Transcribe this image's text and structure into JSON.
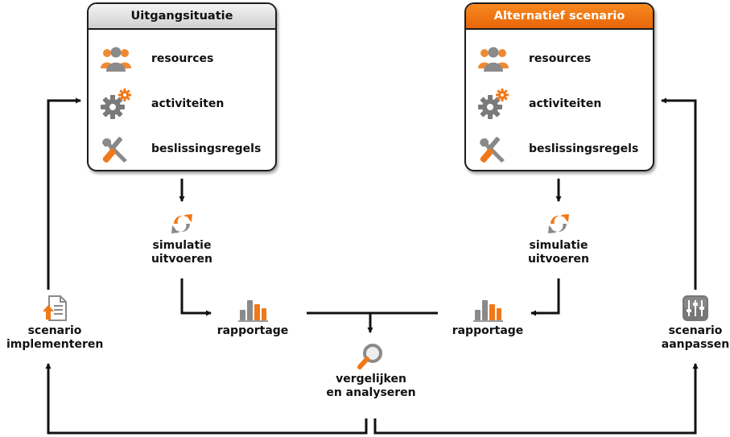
{
  "left_box": {
    "title": "Uitgangsituatie",
    "items": [
      {
        "label": "resources",
        "icon": "people-icon"
      },
      {
        "label": "activiteiten",
        "icon": "gears-icon"
      },
      {
        "label": "beslissingsregels",
        "icon": "tools-icon"
      }
    ]
  },
  "right_box": {
    "title": "Alternatief scenario",
    "items": [
      {
        "label": "resources",
        "icon": "people-icon"
      },
      {
        "label": "activiteiten",
        "icon": "gears-icon"
      },
      {
        "label": "beslissingsregels",
        "icon": "tools-icon"
      }
    ]
  },
  "nodes": {
    "simulation_left": {
      "line1": "simulatie",
      "line2": "uitvoeren",
      "icon": "refresh-icon"
    },
    "simulation_right": {
      "line1": "simulatie",
      "line2": "uitvoeren",
      "icon": "refresh-icon"
    },
    "report_left": {
      "label": "rapportage",
      "icon": "bar-chart-icon"
    },
    "report_right": {
      "label": "rapportage",
      "icon": "bar-chart-icon"
    },
    "compare": {
      "line1": "vergelijken",
      "line2": "en analyseren",
      "icon": "magnifier-icon"
    },
    "implement": {
      "line1": "scenario",
      "line2": "implementeren",
      "icon": "document-upload-icon"
    },
    "adjust": {
      "line1": "scenario",
      "line2": "aanpassen",
      "icon": "sliders-icon"
    }
  },
  "colors": {
    "accent": "#f07818",
    "icon_gray": "#7a7a7a",
    "line": "#111111"
  }
}
